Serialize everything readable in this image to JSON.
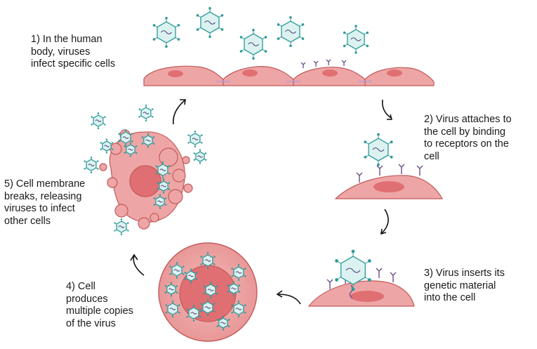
{
  "steps": [
    {
      "lines": [
        "1) In the human",
        "body, viruses",
        "infect specific cells"
      ]
    },
    {
      "lines": [
        "2) Virus attaches to",
        "the cell by binding",
        "to receptors on the",
        "cell"
      ]
    },
    {
      "lines": [
        "3) Virus inserts its",
        "genetic material",
        "into the cell"
      ]
    },
    {
      "lines": [
        "4) Cell",
        "produces",
        "multiple copies",
        "of the virus"
      ]
    },
    {
      "lines": [
        "5) Cell membrane",
        "breaks,  releasing",
        "viruses to infect",
        "other cells"
      ]
    }
  ],
  "colors": {
    "cell_fill": "#eea5a5",
    "cell_stroke": "#c25a5a",
    "nucleus": "#e06f73",
    "virus_stroke": "#2e9a9a",
    "virus_fill": "#dcf2f0",
    "receptor": "#6a4c8a",
    "arrow": "#111111"
  }
}
